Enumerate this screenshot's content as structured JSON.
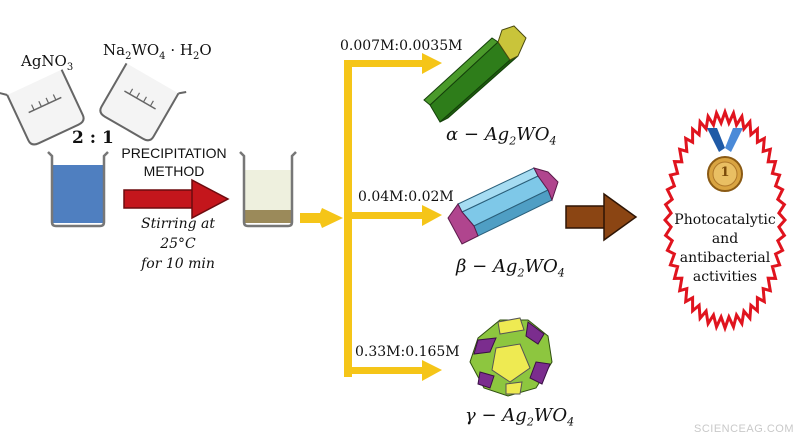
{
  "reagents": {
    "left": {
      "base": "AgNO",
      "sub": "3"
    },
    "right": {
      "part1": "Na",
      "sub1": "2",
      "part2": "WO",
      "sub2": "4",
      "part3": " · H",
      "sub3": "2",
      "part4": "O"
    }
  },
  "ratio": "2 : 1",
  "method": {
    "line1": "PRECIPITATION",
    "line2": "METHOD"
  },
  "conditions": {
    "line1": "Stirring at",
    "line2": "25°C",
    "line3": "for 10 min"
  },
  "branches": [
    {
      "concentration": "0.007M:0.0035M",
      "phase_symbol": "α",
      "phase_formula": {
        "a": "Ag",
        "a_sub": "2",
        "b": "WO",
        "b_sub": "4"
      }
    },
    {
      "concentration": "0.04M:0.02M",
      "phase_symbol": "β",
      "phase_formula": {
        "a": "Ag",
        "a_sub": "2",
        "b": "WO",
        "b_sub": "4"
      }
    },
    {
      "concentration": "0.33M:0.165M",
      "phase_symbol": "γ",
      "phase_formula": {
        "a": "Ag",
        "a_sub": "2",
        "b": "WO",
        "b_sub": "4"
      }
    }
  ],
  "medal_number": "1",
  "result": {
    "line1": "Photocatalytic",
    "line2": "and",
    "line3": "antibacterial",
    "line4": "activities"
  },
  "watermark": "SCIENCEAG.COM",
  "colors": {
    "yellow_arrow": "#f5c518",
    "red_arrow": "#c4161c",
    "brown_arrow": "#8b4513",
    "solution_blue": "#4f7fc0",
    "alpha_green": "#2e7d1a",
    "beta_blue": "#7ec8e8",
    "gamma_green": "#8dc63f",
    "gamma_purple": "#7b2d8e",
    "badge_red": "#e0141e"
  }
}
